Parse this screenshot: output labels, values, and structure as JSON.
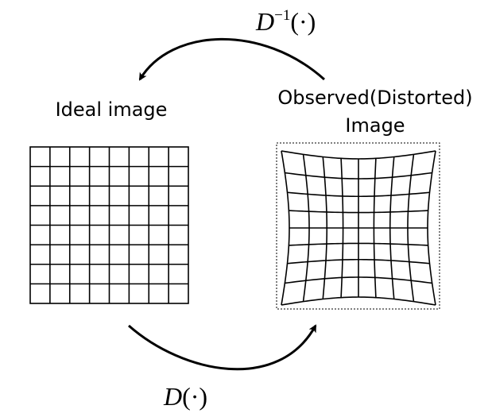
{
  "labels": {
    "ideal": "Ideal image",
    "observed_line1": "Observed(Distorted)",
    "observed_line2": "Image",
    "inverse_symbol": "D",
    "inverse_exponent": "−1",
    "inverse_argument": "(·)",
    "forward_symbol": "D",
    "forward_argument": "(·)"
  },
  "grids": {
    "ideal": {
      "rows": 8,
      "cols": 8
    },
    "distorted": {
      "rows": 8,
      "cols": 8,
      "distortion": "pincushion"
    }
  },
  "colors": {
    "stroke": "#000000",
    "background": "#ffffff"
  }
}
